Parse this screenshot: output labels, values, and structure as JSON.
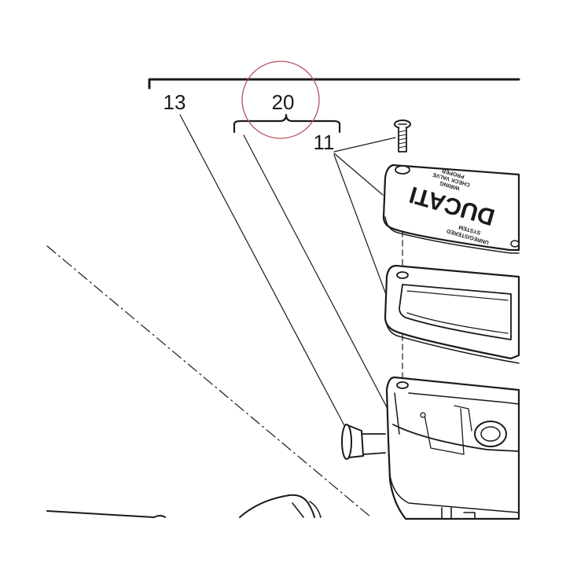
{
  "callouts": {
    "part_13": "13",
    "part_20": "20",
    "part_11": "11"
  },
  "plate": {
    "logo": "DUCATI",
    "text_lines": [
      "UNREGISTERED",
      "SYSTEM",
      "WIRING",
      "CHECK VALVE",
      "PROPER"
    ]
  },
  "colors": {
    "line": "#1a1a1a",
    "highlight_circle": "#b5525e",
    "background": "#ffffff"
  }
}
